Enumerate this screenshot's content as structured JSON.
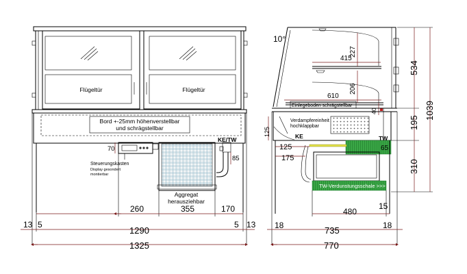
{
  "front": {
    "door_left": "Flügeltür",
    "door_right": "Flügeltür",
    "shelf_note_1": "Bord +-25mm höhenverstellbar",
    "shelf_note_2": "und schrägstellbar",
    "control_box_1": "Steuerungskasten",
    "control_box_2": "Display gesondert",
    "control_box_3": "montierbar",
    "aggregate_1": "Aggregat",
    "aggregate_2": "herausziehbar",
    "ke_tw": "KE/TW",
    "dims": {
      "d70": "70",
      "d85": "85",
      "d260": "260",
      "d355": "355",
      "d170": "170",
      "d13l": "13",
      "d5l": "5",
      "d1290": "1290",
      "d5r": "5",
      "d13r": "13",
      "d1325": "1325"
    }
  },
  "side": {
    "angle": "10°",
    "insert_shelf": "Einlegeboden schrägstellbar",
    "storage_1": "Verdampfereinheit",
    "storage_2": "hochklappbar",
    "ke": "KE",
    "tw": "TW",
    "evap_tray": "TW-Verdunstungsschale >>>",
    "dims": {
      "d227": "227",
      "d415": "415",
      "d206": "206",
      "d610": "610",
      "d40": "40",
      "d125v": "125",
      "d125h": "125",
      "d175": "175",
      "d65": "65",
      "d480": "480",
      "d15": "15",
      "d18l": "18",
      "d735": "735",
      "d18r": "18",
      "d770": "770",
      "d534": "534",
      "d195": "195",
      "d310": "310",
      "d1039": "1039"
    }
  },
  "colors": {
    "green": "#2f9e3b",
    "yellow": "#e3e24a",
    "dimension": "#7a1a1a",
    "grille": "#cfe3ea"
  }
}
